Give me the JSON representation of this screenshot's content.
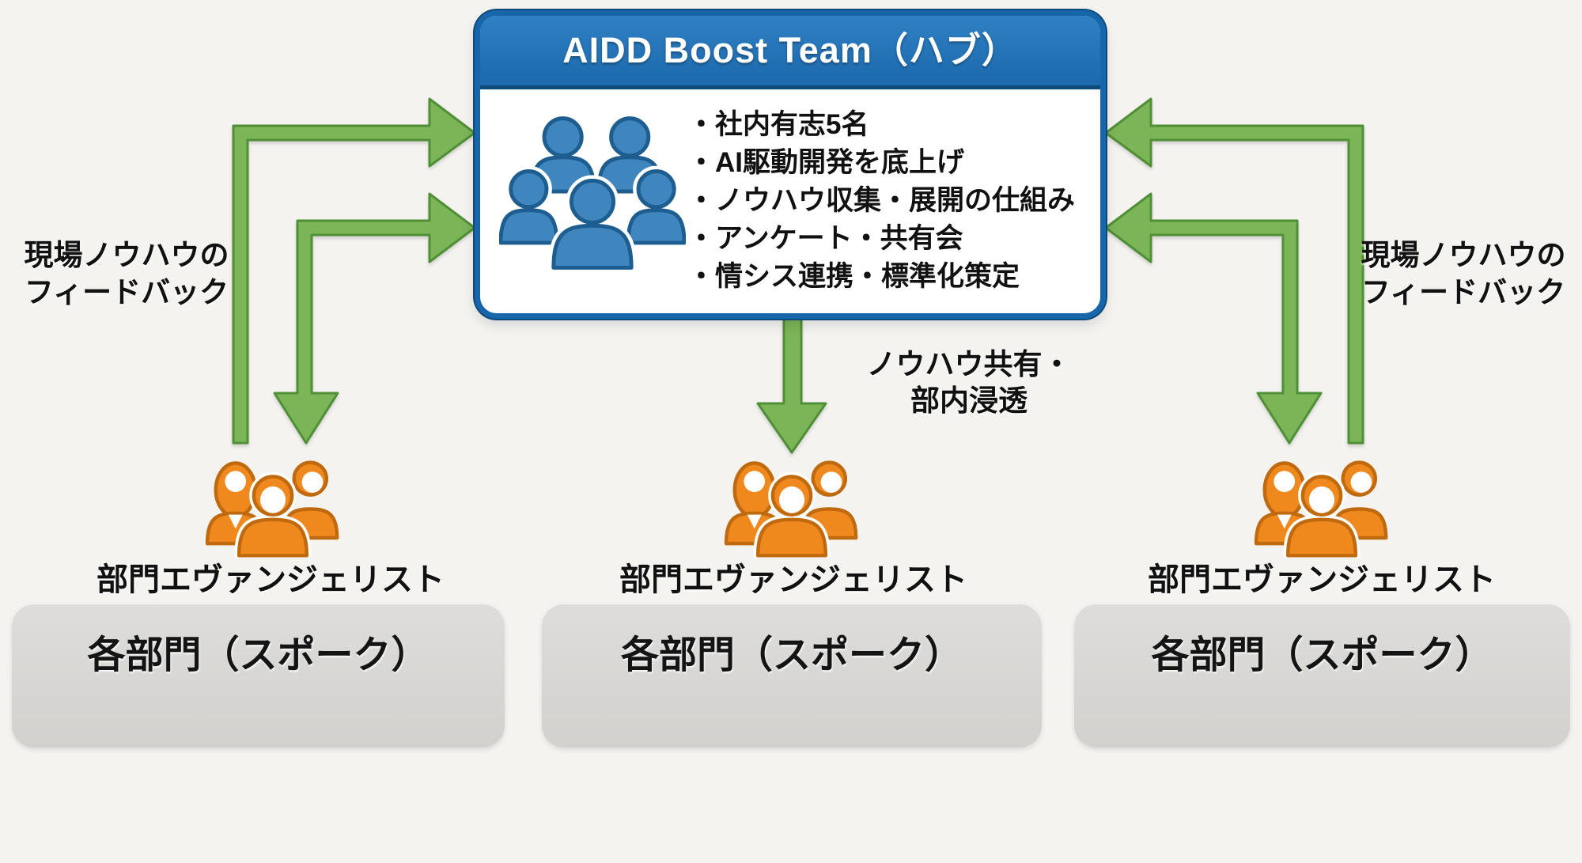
{
  "hub": {
    "title": "AIDD Boost Team（ハブ）",
    "bullets": [
      "・社内有志5名",
      "・AI駆動開発を底上げ",
      "・ノウハウ収集・展開の仕組み",
      "・アンケート・共有会",
      "・情シス連携・標準化策定"
    ],
    "icon": "blue-team-icon"
  },
  "annotations": {
    "feedback_left": {
      "line1": "現場ノウハウの",
      "line2": "フィードバック"
    },
    "feedback_right": {
      "line1": "現場ノウハウの",
      "line2": "フィードバック"
    },
    "share_center": {
      "line1": "ノウハウ共有・",
      "line2": "部内浸透"
    }
  },
  "spokes": [
    {
      "evangelist": "部門エヴァンジェリスト",
      "department": "各部門（スポーク）",
      "icon": "orange-team-icon"
    },
    {
      "evangelist": "部門エヴァンジェリスト",
      "department": "各部門（スポーク）",
      "icon": "orange-team-icon"
    },
    {
      "evangelist": "部門エヴァンジェリスト",
      "department": "各部門（スポーク）",
      "icon": "orange-team-icon"
    }
  ],
  "colors": {
    "hub_header_blue": "#2172b5",
    "hub_border_blue": "#1766ab",
    "hub_border_dark": "#0d4a7c",
    "arrow_green": "#7cb458",
    "arrow_green_outline": "#4f8f35",
    "people_orange": "#f0891d",
    "people_orange_outline": "#c06a10",
    "people_blue": "#3f86bf",
    "people_blue_outline": "#1d5d90",
    "spoke_box_gray": "#d7d5d2",
    "background": "#f4f3f0",
    "text_black": "#111111"
  }
}
